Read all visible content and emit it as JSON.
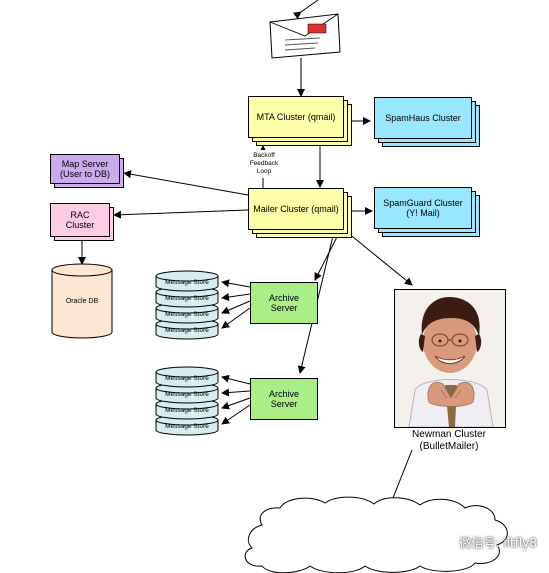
{
  "nodes": {
    "mta_cluster": "MTA Cluster (qmail)",
    "spamhaus_cluster": "SpamHaus Cluster",
    "backoff_loop": "Backoff\nFeedback\nLoop",
    "map_server": "Map Server\n(User to DB)",
    "mailer_cluster": "Mailer Cluster (qmail)",
    "spamguard_cluster": "SpamGuard Cluster\n(Y! Mail)",
    "rac_cluster": "RAC\nCluster",
    "oracle_db": "Oracle DB",
    "archive_server_1": "Archive\nServer",
    "archive_server_2": "Archive\nServer",
    "newman_cluster": "Newman Cluster\n(BulletMailer)"
  },
  "message_stores_1": [
    "Message Store",
    "Message Store",
    "Message Store",
    "Message Store"
  ],
  "message_stores_2": [
    "Message Store",
    "Message Store",
    "Message Store",
    "Message Store"
  ],
  "watermark": "微信号: iitfly8",
  "colors": {
    "mta": "#ffffaa",
    "spam": "#99e6ff",
    "map": "#ccaaee",
    "rac": "#ffcce6",
    "archive": "#aaee88",
    "store": "#d6eef0",
    "oracle": "#fde6d2"
  }
}
